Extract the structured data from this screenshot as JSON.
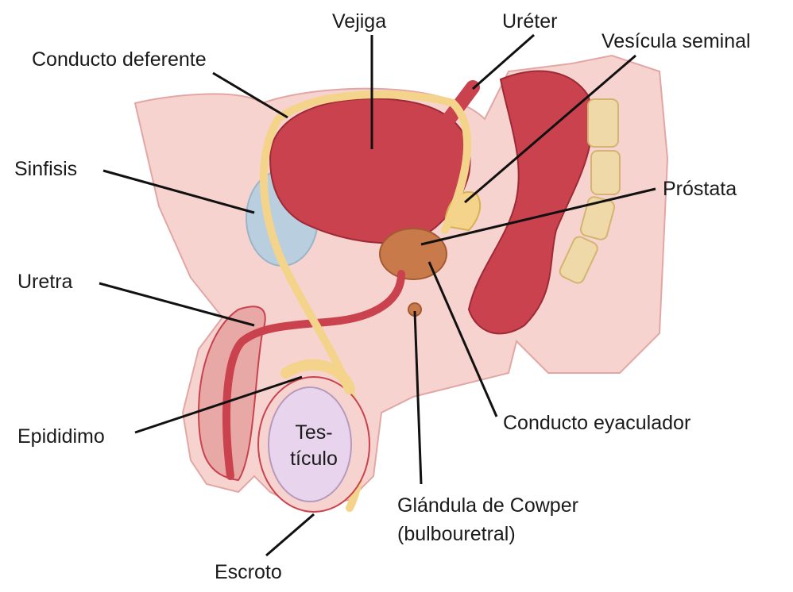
{
  "labels": {
    "vejiga": "Vejiga",
    "ureter": "Uréter",
    "conducto_deferente": "Conducto deferente",
    "vesicula_seminal": "Vesícula seminal",
    "sinfisis": "Sinfisis",
    "prostata": "Próstata",
    "uretra": "Uretra",
    "epididimo": "Epididimo",
    "testiculo_line1": "Tes-",
    "testiculo_line2": "tículo",
    "conducto_eyaculador": "Conducto eyaculador",
    "glandula_line1": "Glándula de Cowper",
    "glandula_line2": "(bulbouretral)",
    "escroto": "Escroto"
  },
  "colors": {
    "skin": "#f6d3cf",
    "skin_dark": "#e8a9a6",
    "muscle": "#c9424e",
    "muscle_dark": "#9e2a36",
    "duct": "#f3d48a",
    "testis": "#e9d4ee",
    "symphysis": "#b9cfe0",
    "bone": "#f0d9a8",
    "prostate": "#c97a4a",
    "line": "#111111"
  }
}
